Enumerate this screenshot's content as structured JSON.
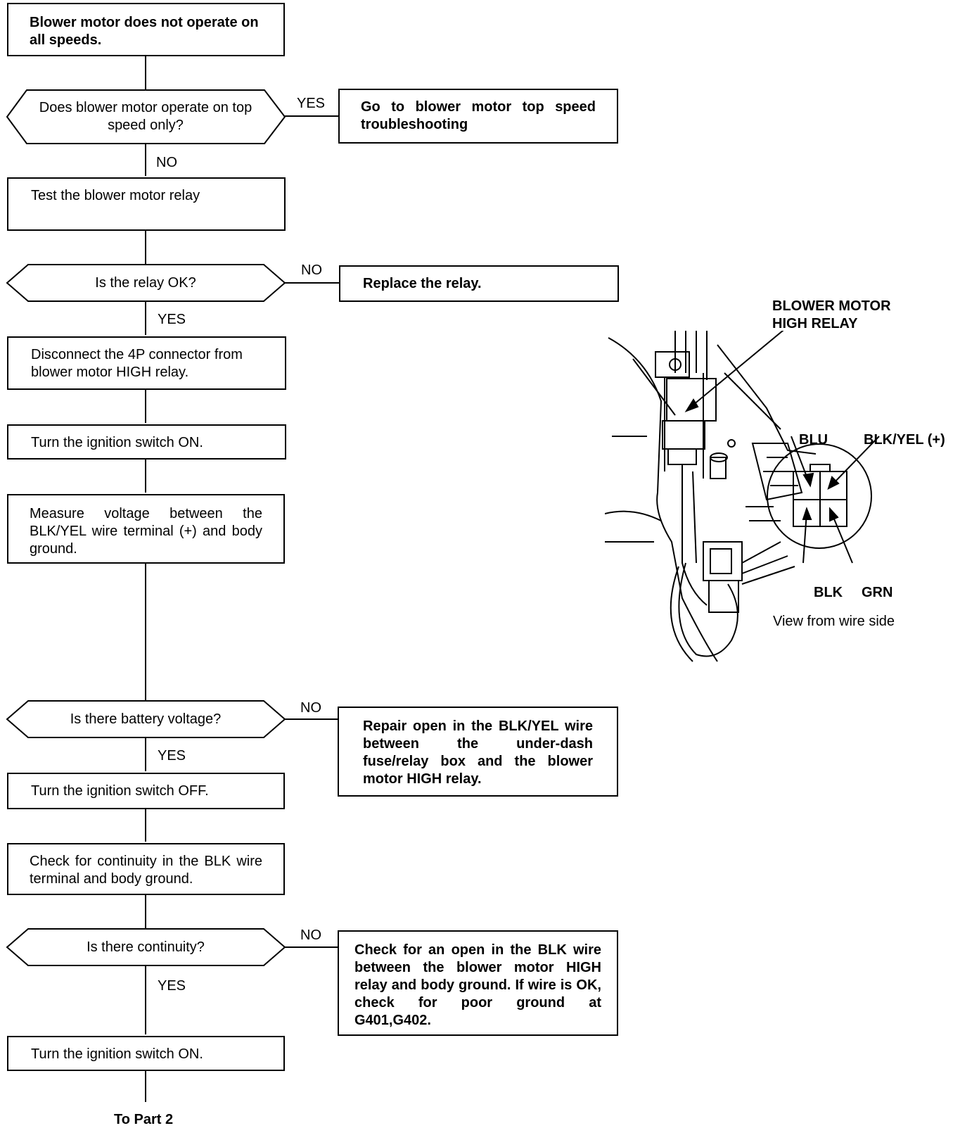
{
  "flow": {
    "start": "Blower motor does not operate on all speeds.",
    "q_top_speed": "Does blower motor operate on top speed only?",
    "top_speed_yes": "YES",
    "goto_top_speed": "Go to blower motor top speed troubleshooting",
    "top_speed_no": "NO",
    "test_relay": "Test the blower motor relay",
    "q_relay_ok": "Is the relay OK?",
    "relay_no": "NO",
    "replace_relay": "Replace the relay.",
    "relay_yes": "YES",
    "disconnect": "Disconnect the 4P connector from blower motor HIGH relay.",
    "ign_on_1": "Turn the ignition switch ON.",
    "measure": "Measure voltage between the BLK/YEL wire terminal (+) and body ground.",
    "q_battery": "Is there battery voltage?",
    "battery_no": "NO",
    "repair_open": "Repair open in the BLK/YEL wire between the under-dash fuse/relay box and the blower motor HIGH relay.",
    "battery_yes": "YES",
    "ign_off": "Turn the ignition switch OFF.",
    "check_cont": "Check for continuity in the BLK wire terminal and body ground.",
    "q_cont": "Is there continuity?",
    "cont_no": "NO",
    "check_open": "Check for an open in the BLK wire between the blower motor HIGH relay and body ground. If wire is OK, check for poor ground at G401,G402.",
    "cont_yes": "YES",
    "ign_on_2": "Turn the ignition switch ON.",
    "to_part2": "To Part 2"
  },
  "illustration": {
    "relay_title_1": "BLOWER MOTOR",
    "relay_title_2": "HIGH RELAY",
    "blu": "BLU",
    "blk_yel": "BLK/YEL (+)",
    "blk": "BLK",
    "grn": "GRN",
    "caption": "View from wire side"
  }
}
